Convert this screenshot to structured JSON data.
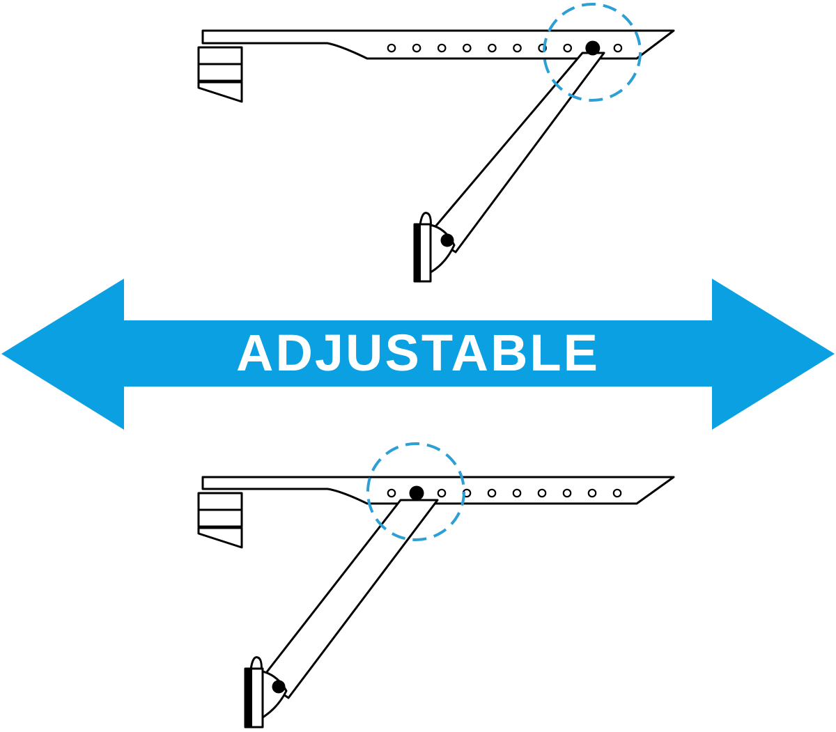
{
  "banner": {
    "label": "ADJUSTABLE"
  },
  "colors": {
    "arrow": "#0aa0e2",
    "highlight": "#2c9fd4",
    "line": "#000000",
    "text": "#ffffff",
    "background": "#ffffff"
  },
  "icons": {
    "arrow": "double-arrow-icon",
    "bracket": "adjustable-bracket-icon"
  },
  "brackets": [
    {
      "name": "top",
      "hole_count": 10,
      "selected_hole": 9
    },
    {
      "name": "bottom",
      "hole_count": 10,
      "selected_hole": 2
    }
  ]
}
